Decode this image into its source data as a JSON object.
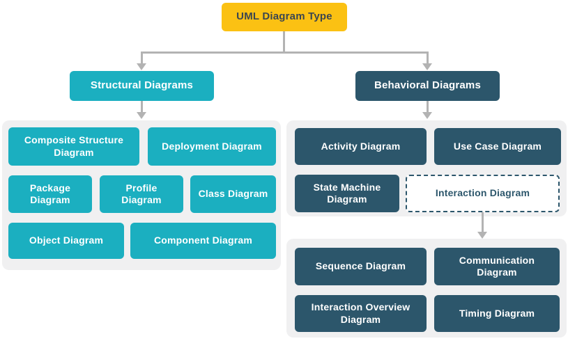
{
  "root": {
    "label": "UML Diagram Type"
  },
  "branches": {
    "structural": {
      "label": "Structural Diagrams"
    },
    "behavioral": {
      "label": "Behavioral Diagrams"
    }
  },
  "structural_items": [
    {
      "label": "Composite Structure Diagram"
    },
    {
      "label": "Deployment Diagram"
    },
    {
      "label": "Package Diagram"
    },
    {
      "label": "Profile Diagram"
    },
    {
      "label": "Class Diagram"
    },
    {
      "label": "Object Diagram"
    },
    {
      "label": "Component Diagram"
    }
  ],
  "behavioral_items": [
    {
      "label": "Activity Diagram"
    },
    {
      "label": "Use Case Diagram"
    },
    {
      "label": "State Machine Diagram"
    },
    {
      "label": "Interaction Diagram",
      "style": "dashed-outline"
    }
  ],
  "interaction_items": [
    {
      "label": "Sequence Diagram"
    },
    {
      "label": "Communication Diagram"
    },
    {
      "label": "Interaction Overview Diagram"
    },
    {
      "label": "Timing Diagram"
    }
  ],
  "colors": {
    "root_bg": "#FBC113",
    "root_text": "#3B4650",
    "structural_accent": "#1BAFC0",
    "behavioral_accent": "#2C566B",
    "panel_bg": "#F0F0F1",
    "connector": "#B3B3B3",
    "node_text": "#FFFFFF"
  }
}
